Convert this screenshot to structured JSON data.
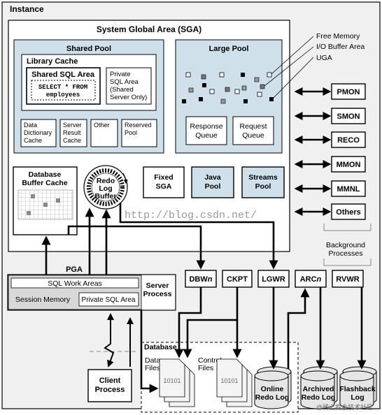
{
  "instance": {
    "title": "Instance"
  },
  "sga": {
    "title": "System Global Area (SGA)"
  },
  "shared_pool": {
    "title": "Shared Pool",
    "library_cache": {
      "title": "Library Cache",
      "shared_sql_area": {
        "title": "Shared SQL Area",
        "line1": "SELECT * FROM",
        "line2": "employees"
      },
      "private_sql_area": {
        "line1": "Private",
        "line2": "SQL Area",
        "line3": "(Shared",
        "line4": "Server Only)"
      }
    },
    "sub_boxes": [
      {
        "line1": "Data",
        "line2": "Dictionary",
        "line3": "Cache"
      },
      {
        "line1": "Server",
        "line2": "Result",
        "line3": "Cache"
      },
      {
        "line1": "Other",
        "line2": "",
        "line3": ""
      },
      {
        "line1": "Reserved",
        "line2": "Pool",
        "line3": ""
      }
    ]
  },
  "large_pool": {
    "title": "Large Pool",
    "response_queue": {
      "line1": "Response",
      "line2": "Queue"
    },
    "request_queue": {
      "line1": "Request",
      "line2": "Queue"
    }
  },
  "legend": {
    "free_memory": "Free Memory",
    "io_buffer_area": "I/O Buffer Area",
    "uga": "UGA"
  },
  "db_buffer_cache": {
    "line1": "Database",
    "line2": "Buffer Cache"
  },
  "redo_log_buffer": {
    "line1": "Redo",
    "line2": "Log",
    "line3": "Buffer"
  },
  "fixed_sga": {
    "line1": "Fixed",
    "line2": "SGA"
  },
  "java_pool": {
    "line1": "Java",
    "line2": "Pool"
  },
  "streams_pool": {
    "line1": "Streams",
    "line2": "Pool"
  },
  "background_processes": {
    "label_line1": "Background",
    "label_line2": "Processes",
    "right_column": [
      "PMON",
      "SMON",
      "RECO",
      "MMON",
      "MMNL",
      "Others"
    ],
    "dbwn_prefix": "DBW",
    "dbwn_suffix": "n",
    "ckpt": "CKPT",
    "lgwr": "LGWR",
    "arcn_prefix": "ARC",
    "arcn_suffix": "n",
    "rvwr": "RVWR"
  },
  "pga": {
    "title": "PGA",
    "sql_work_areas": "SQL Work Areas",
    "session_memory": "Session Memory",
    "private_sql_area": "Private SQL Area"
  },
  "server_process": {
    "line1": "Server",
    "line2": "Process"
  },
  "client_process": {
    "line1": "Client",
    "line2": "Process"
  },
  "database": {
    "title": "Database",
    "data_files": {
      "line1": "Data",
      "line2": "Files"
    },
    "control_files": {
      "line1": "Control",
      "line2": "Files"
    },
    "file_glyph": "10101"
  },
  "logs": {
    "online_redo": {
      "line1": "Online",
      "line2": "Redo Log"
    },
    "archived_redo": {
      "line1": "Archived",
      "line2": "Redo Log"
    },
    "flashback": {
      "line1": "Flashback",
      "line2": "Log"
    }
  },
  "watermark": {
    "url": "http://blog.csdn.net/",
    "corner": "@稀土掘金技术社区"
  },
  "colors": {
    "pool_fill": "#cfe0ea",
    "pga_fill": "#d8d8d8",
    "frame_fill": "#f0f0f0",
    "line": "#000000"
  }
}
